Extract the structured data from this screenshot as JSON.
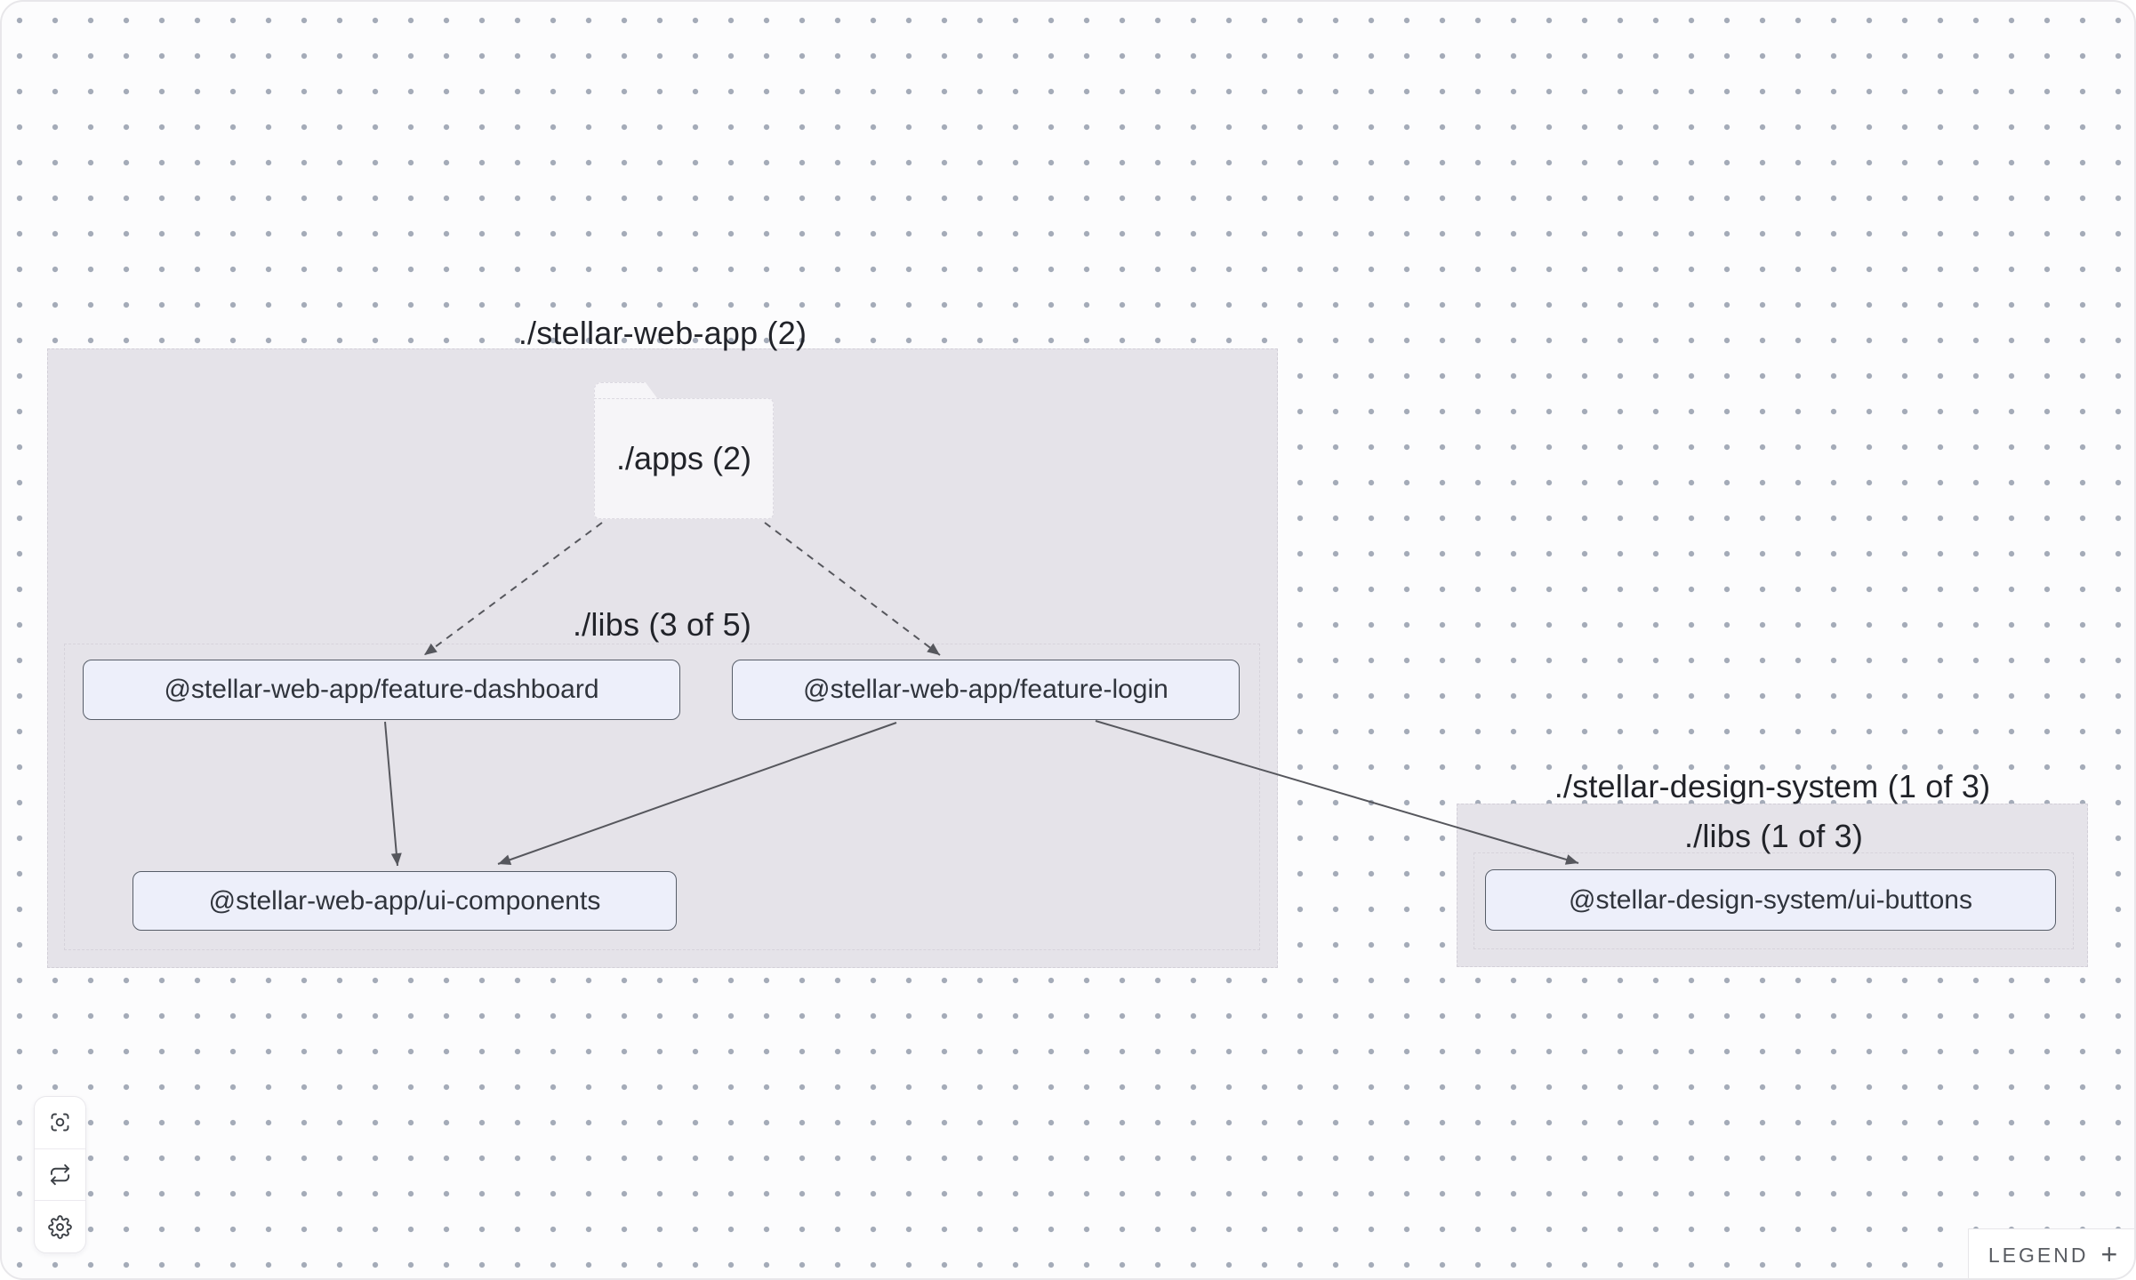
{
  "graph": {
    "groups": [
      {
        "id": "stellar-web-app",
        "title": "./stellar-web-app (2)",
        "libs_title": "./libs (3 of 5)"
      },
      {
        "id": "stellar-design-system",
        "title": "./stellar-design-system (1 of 3)",
        "libs_title": "./libs (1 of 3)"
      }
    ],
    "folder": {
      "label": "./apps (2)"
    },
    "nodes": [
      {
        "id": "feature-dashboard",
        "label": "@stellar-web-app/feature-dashboard"
      },
      {
        "id": "feature-login",
        "label": "@stellar-web-app/feature-login"
      },
      {
        "id": "ui-components",
        "label": "@stellar-web-app/ui-components"
      },
      {
        "id": "ui-buttons",
        "label": "@stellar-design-system/ui-buttons"
      }
    ],
    "edges": [
      {
        "source": "./apps",
        "target": "feature-dashboard",
        "style": "dashed"
      },
      {
        "source": "./apps",
        "target": "feature-login",
        "style": "dashed"
      },
      {
        "source": "feature-dashboard",
        "target": "ui-components",
        "style": "solid"
      },
      {
        "source": "feature-login",
        "target": "ui-components",
        "style": "solid"
      },
      {
        "source": "feature-login",
        "target": "ui-buttons",
        "style": "solid"
      }
    ]
  },
  "controls": [
    {
      "name": "focus-icon"
    },
    {
      "name": "refresh-icon"
    },
    {
      "name": "settings-icon"
    }
  ],
  "legend": {
    "label": "LEGEND",
    "expand": "+"
  },
  "colors": {
    "canvas": "#fcfcfd",
    "dot": "#a4abb8",
    "group_fill": "#e5e3e9",
    "node_fill": "#edeffa",
    "node_border": "#575d68",
    "edge": "#56575d"
  }
}
